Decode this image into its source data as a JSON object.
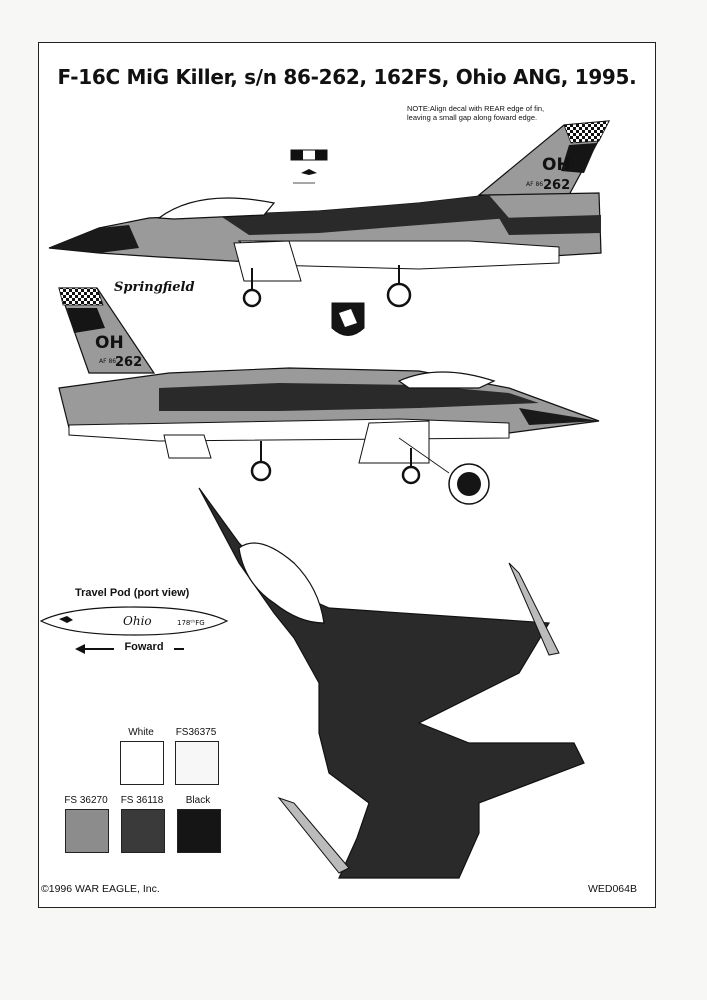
{
  "title": "F-16C MiG Killer, s/n 86-262, 162FS, Ohio ANG, 1995.",
  "note": {
    "line1": "NOTE:Align decal with REAR edge of fin,",
    "line2": "leaving a small gap along foward edge."
  },
  "markings": {
    "tail_code": "OH",
    "serial_prefix": "AF 86",
    "serial": "262",
    "city_name": "Springfield"
  },
  "travel_pod": {
    "title": "Travel Pod (port view)",
    "pod_text": "Ohio",
    "pod_unit": "178ᵗʰFG",
    "forward_label": "Foward"
  },
  "swatches": [
    {
      "label": "White",
      "color": "#ffffff"
    },
    {
      "label": "FS36375",
      "color": "#f7f7f7"
    },
    {
      "label": "FS 36270",
      "color": "#8c8c8c"
    },
    {
      "label": "FS 36118",
      "color": "#3a3a3a"
    },
    {
      "label": "Black",
      "color": "#151515"
    }
  ],
  "footer": {
    "copyright": "©1996 WAR EAGLE, Inc.",
    "code": "WED064B"
  }
}
